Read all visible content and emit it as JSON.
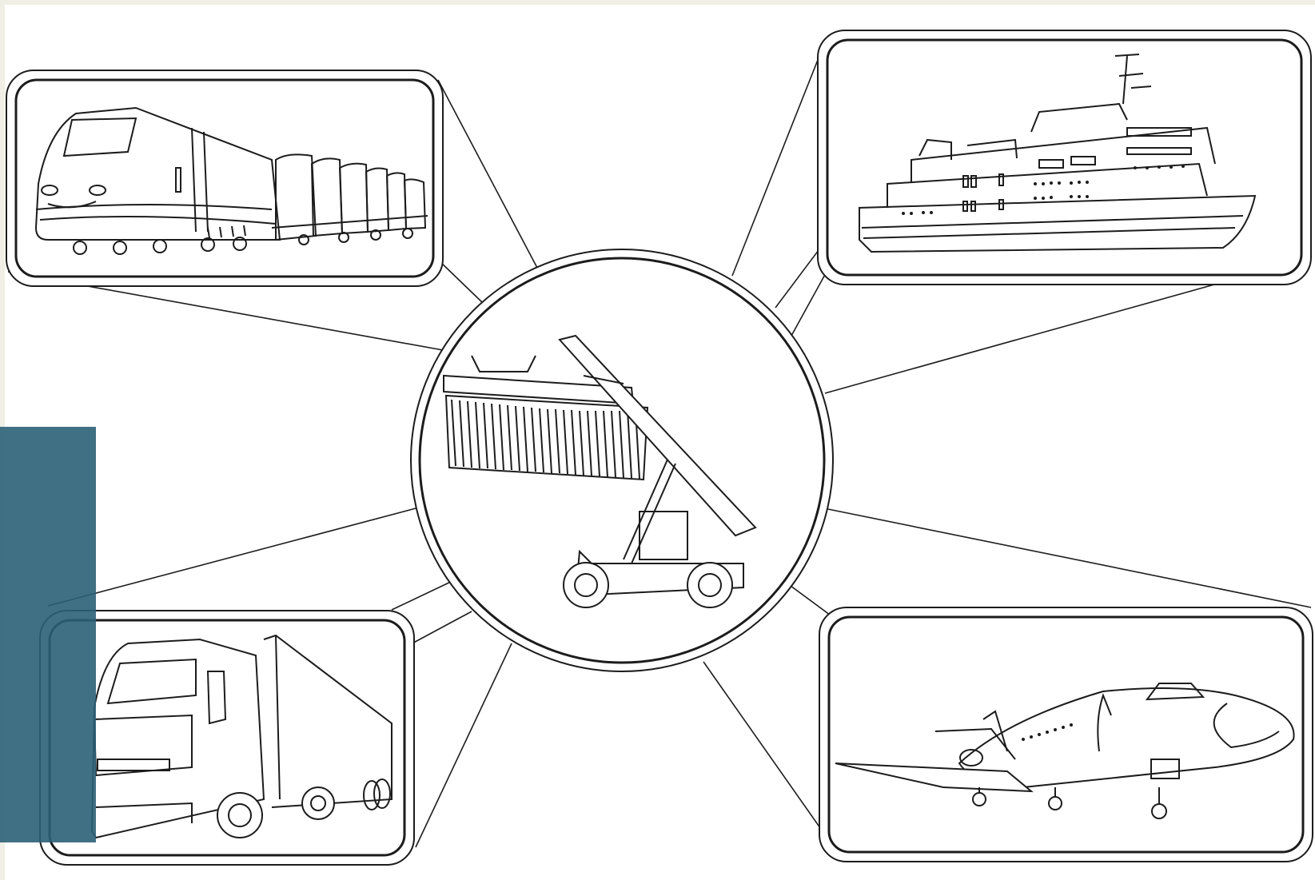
{
  "colors": {
    "page_background": "#efefe6",
    "canvas_background": "#ffffff",
    "line": "#1c1c1c",
    "accent_bar": "#2b6177"
  },
  "illustration": {
    "center_icon": "reach-stacker-with-container-icon",
    "panels": [
      {
        "name": "train-panel",
        "icon": "freight-train-icon"
      },
      {
        "name": "ship-panel",
        "icon": "ferry-ship-icon"
      },
      {
        "name": "truck-panel",
        "icon": "semi-truck-icon"
      },
      {
        "name": "airplane-panel",
        "icon": "airplane-icon"
      }
    ]
  }
}
